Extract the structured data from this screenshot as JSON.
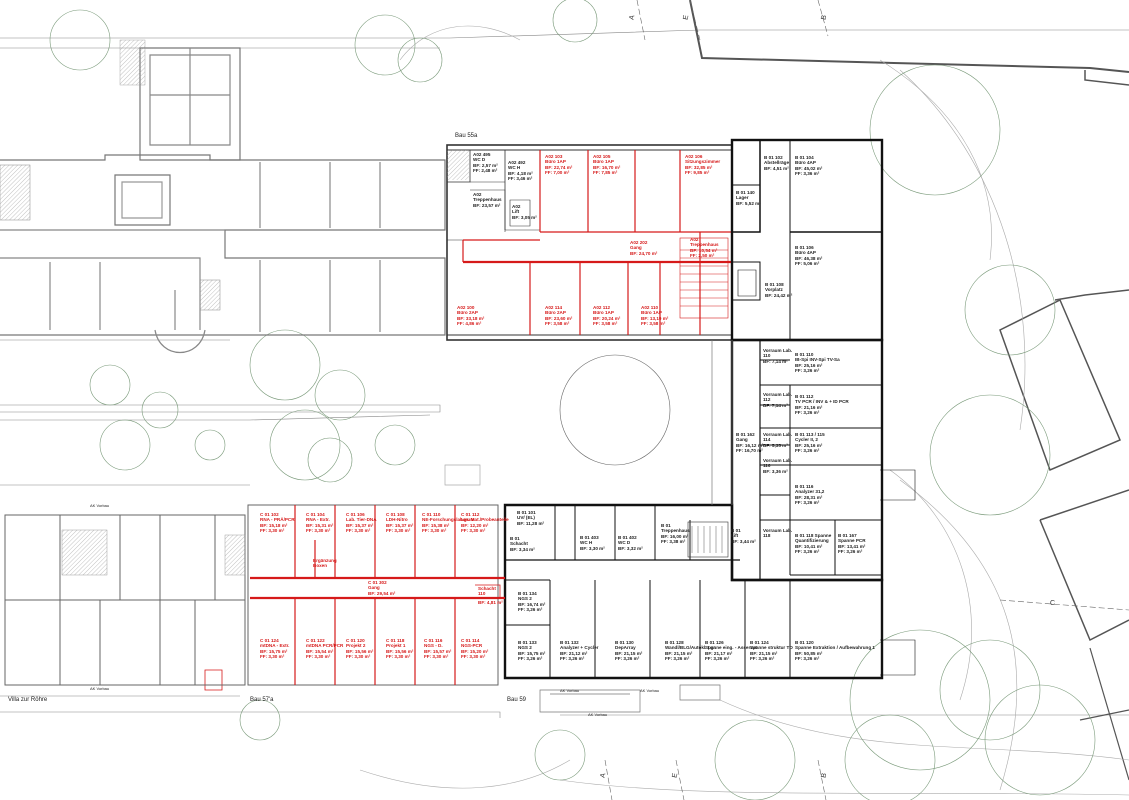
{
  "labels": {
    "bau55a": "Bau 55a",
    "bau57a": "Bau 57'a",
    "bau59": "Bau 59",
    "villa": "Villa zur Röhre",
    "ak_vorbau_left": "AK Vorbau",
    "ak_vorbau_left2": "AK Vorbau",
    "ak_vorbau_mid": "AK Vorbau",
    "ak_vorbau_mid2": "AK Vorbau",
    "ak_vorbau_bottom": "AK Vorbau"
  },
  "axes": {
    "a_top": "A",
    "e_top": "E",
    "b_top": "B",
    "a_bottom": "A",
    "e_bottom": "E",
    "b_bottom": "B",
    "c_right": "C"
  },
  "rooms": [
    {
      "name": "A02 495\nWC D\nBF: 2,57 m²\nFF: 2,48 m²",
      "color": "dark"
    },
    {
      "name": "A02 492\nWC H\nBF: 4,18 m²\nFF: 3,46 m²",
      "color": "dark"
    },
    {
      "name": "A02 103\nBüro 1AP\nBF: 22,74 m²\nFF: 7,00 m²",
      "color": "red"
    },
    {
      "name": "A02 105\nBüro 1AP\nBF: 16,70 m²\nFF: 7,85 m²",
      "color": "red"
    },
    {
      "name": "A02 106\nSitzungszimmer\nBF: 32,85 m²\nFF: 9,85 m²",
      "color": "red"
    },
    {
      "name": "A02\nTreppenhaus\nBF: 23,57 m²",
      "color": "dark"
    },
    {
      "name": "A02\nLift\nBF: 3,05 m²",
      "color": "dark"
    },
    {
      "name": "A02 202\nGang\nBF: 24,70 m²",
      "color": "red"
    },
    {
      "name": "A02\nTreppenhaus\nBF: 10,54 m²\nFF: 2,50 m²",
      "color": "red"
    },
    {
      "name": "A02 100\nBüro 2AP\nBF: 33,18 m²\nFF: 4,86 m²",
      "color": "red"
    },
    {
      "name": "A02 114\nBüro 2AP\nBF: 23,60 m²\nFF: 3,58 m²",
      "color": "red"
    },
    {
      "name": "A02 112\nBüro 1AP\nBF: 20,24 m²\nFF: 3,58 m²",
      "color": "red"
    },
    {
      "name": "A02 110\nBüro 1AP\nBF: 13,19 m²\nFF: 3,58 m²",
      "color": "red"
    },
    {
      "name": "B 01 102\nAbstellräge\nBF: 4,51 m²",
      "color": "dark"
    },
    {
      "name": "B 01 104\nBüro 4AP\nBF: 45,02 m²\nFF: 3,36 m²",
      "color": "dark"
    },
    {
      "name": "B 01 140\nLager\nBF: 5,52 m²",
      "color": "dark"
    },
    {
      "name": "B 01 106\nBüro 4AP\nBF: 46,38 m²\nFF: 5,06 m²",
      "color": "dark"
    },
    {
      "name": "B 01 108\nVorplatz\nBF: 24,42 m²",
      "color": "dark"
    },
    {
      "name": "Vorraum Lab.\n110\nBF: 7,14 m²",
      "color": "dark"
    },
    {
      "name": "B 01 110\nIB-Spi INV-Spi TV-Sa\nBF: 25,16 m²\nFF: 3,26 m²",
      "color": "dark"
    },
    {
      "name": "Vorraum Lab.\n112\nBF: 7,14 m²",
      "color": "dark"
    },
    {
      "name": "B 01 112\nTV PCR / INV & + ID PCR\nBF: 21,16 m²\nFF: 3,26 m²",
      "color": "dark"
    },
    {
      "name": "Vorraum Lab.\n114\nBF: 5,35 m²",
      "color": "dark"
    },
    {
      "name": "B 01 113 / 115\nCycler II, 2\nBF: 25,16 m²\nFF: 3,26 m²",
      "color": "dark"
    },
    {
      "name": "Vorraum Lab.\n116\nBF: 3,36 m²",
      "color": "dark"
    },
    {
      "name": "B 01 116\nAnalyzer 31,2\nBF: 28,31 m²\nFF: 3,26 m²",
      "color": "dark"
    },
    {
      "name": "B 01 162\nGang\nBF: 16,12 m²\nFF: 16,70 m²",
      "color": "dark"
    },
    {
      "name": "Vorraum Lab.\n118",
      "color": "dark"
    },
    {
      "name": "B 01 118 Spanne\nQuantifizierung\nBF: 10,41 m²\nFF: 3,26 m²",
      "color": "dark"
    },
    {
      "name": "B 01 167\nSpanne PCR\nBF: 13,41 m²\nFF: 3,26 m²",
      "color": "dark"
    },
    {
      "name": "C 01 102\nRNA - PRÄ/PCR\nBF: 15,18 m²\nFF: 3,30 m²",
      "color": "red"
    },
    {
      "name": "C 01 104\nRNA - Extr.\nBF: 15,31 m²\nFF: 3,30 m²",
      "color": "red"
    },
    {
      "name": "C 01 106\nLab. Tier-DNA\nBF: 15,37 m²\nFF: 3,30 m²",
      "color": "red"
    },
    {
      "name": "C 01 108\nLDH-Nitro\nBF: 15,37 m²\nFF: 3,30 m²",
      "color": "red"
    },
    {
      "name": "C 01 110\nNE-Forschungslaborum\nBF: 15,38 m²\nFF: 3,30 m²",
      "color": "red"
    },
    {
      "name": "C 01 112\nLgr. Mat./Probeanteile\nBF: 12,20 m²\nFF: 3,30 m²",
      "color": "red"
    },
    {
      "name": "Ergänzung\nBoxen",
      "color": "red"
    },
    {
      "name": "C 01 302\nGang\nBF: 29,54 m²",
      "color": "red"
    },
    {
      "name": "Schacht\n110",
      "color": "red"
    },
    {
      "name": "BF: 4,81 m²",
      "color": "red"
    },
    {
      "name": "C 01 124\nmtDNA - Extr.\nBF: 15,75 m²\nFF: 3,30 m²",
      "color": "red"
    },
    {
      "name": "C 01 122\nmtDNA PCR/PCR\nBF: 15,54 m²\nFF: 3,30 m²",
      "color": "red"
    },
    {
      "name": "C 01 120\nProjekt 2\nBF: 15,56 m²\nFF: 3,30 m²",
      "color": "red"
    },
    {
      "name": "C 01 118\nProjekt 1\nBF: 15,56 m²\nFF: 3,30 m²",
      "color": "red"
    },
    {
      "name": "C 01 116\nNGS - D.\nBF: 15,57 m²\nFF: 3,30 m²",
      "color": "red"
    },
    {
      "name": "C 01 114\nNGS-PCR\nBF: 15,20 m²\nFF: 3,30 m²",
      "color": "red"
    },
    {
      "name": "B 01 101\nUV/ (EL)\nBF: 11,28 m²",
      "color": "dark"
    },
    {
      "name": "B 01\nSchacht\nBF: 3,34 m²",
      "color": "dark"
    },
    {
      "name": "B 01 403\nWC H\nBF: 3,30 m²",
      "color": "dark"
    },
    {
      "name": "B 01 402\nWC D\nBF: 3,32 m²",
      "color": "dark"
    },
    {
      "name": "B 01\nTreppenhaus\nBF: 16,00 m²\nFF: 3,38 m²",
      "color": "dark"
    },
    {
      "name": "B 01\nLift\nBF: 3,44 m²",
      "color": "dark"
    },
    {
      "name": "B 01 134\nNGS 2\nBF: 16,74 m²\nFF: 3,26 m²",
      "color": "dark"
    },
    {
      "name": "B 01 133\nNGS 2\nBF: 15,75 m²\nFF: 3,26 m²",
      "color": "dark"
    },
    {
      "name": "B 01 132\nAnalyzer + Cycler\nBF: 21,12 m²\nFF: 3,26 m²",
      "color": "dark"
    },
    {
      "name": "B 01 130\nDepArray\nBF: 21,15 m²\nFF: 3,26 m²",
      "color": "dark"
    },
    {
      "name": "B 01 128\nWandl/BLG/Autokl. Lgr.\nBF: 21,15 m²\nFF: 3,26 m²",
      "color": "dark"
    },
    {
      "name": "B 01 126\nSpanne eing. - Asservat\nBF: 21,17 m²\nFF: 3,26 m²",
      "color": "dark"
    },
    {
      "name": "B 01 124\nSpanne struktur TO\nBF: 21,15 m²\nFF: 3,26 m²",
      "color": "dark"
    },
    {
      "name": "B 01 120\nSpanne Extraktion / Aufbewahrung 1\nBF: 50,85 m²\nFF: 3,26 m²",
      "color": "dark"
    }
  ]
}
